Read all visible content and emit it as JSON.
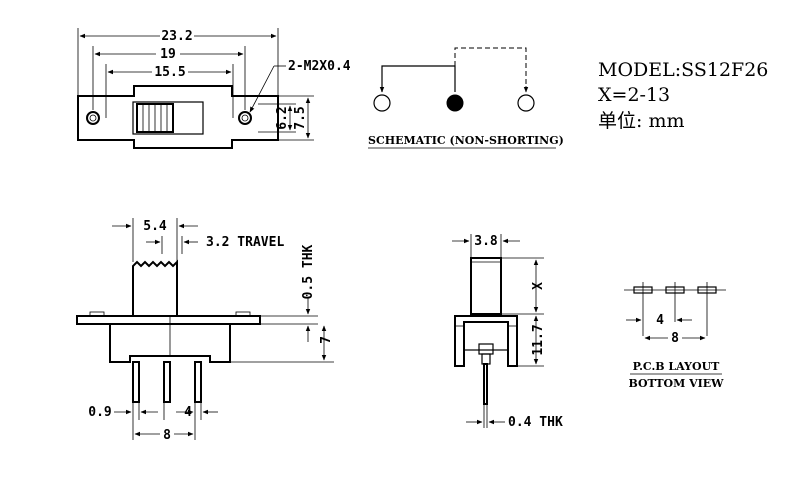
{
  "model_info": {
    "model": "MODEL:SS12F26",
    "x_range": "X=2-13",
    "unit": "单位: mm"
  },
  "top_view": {
    "dim_overall": "23.2",
    "dim_mount": "19",
    "dim_slot": "15.5",
    "dim_hole": "2-M2X0.4",
    "dim_body_height": "6.2",
    "dim_flange_height": "7.5"
  },
  "schematic": {
    "label": "SCHEMATIC (NON-SHORTING)"
  },
  "side_view": {
    "dim_actuator": "5.4",
    "dim_travel": "3.2 TRAVEL",
    "dim_thickness": "0.5 THK",
    "dim_height": "7",
    "dim_pin": "0.9",
    "dim_pitch": "4",
    "dim_span": "8"
  },
  "end_view": {
    "dim_actuator_width": "3.8",
    "dim_x": "X",
    "dim_height": "11.7",
    "dim_pin_thickness": "0.4 THK"
  },
  "pcb_layout": {
    "dim_pitch": "4",
    "dim_span": "8",
    "title": "P.C.B LAYOUT",
    "subtitle": "BOTTOM VIEW"
  }
}
